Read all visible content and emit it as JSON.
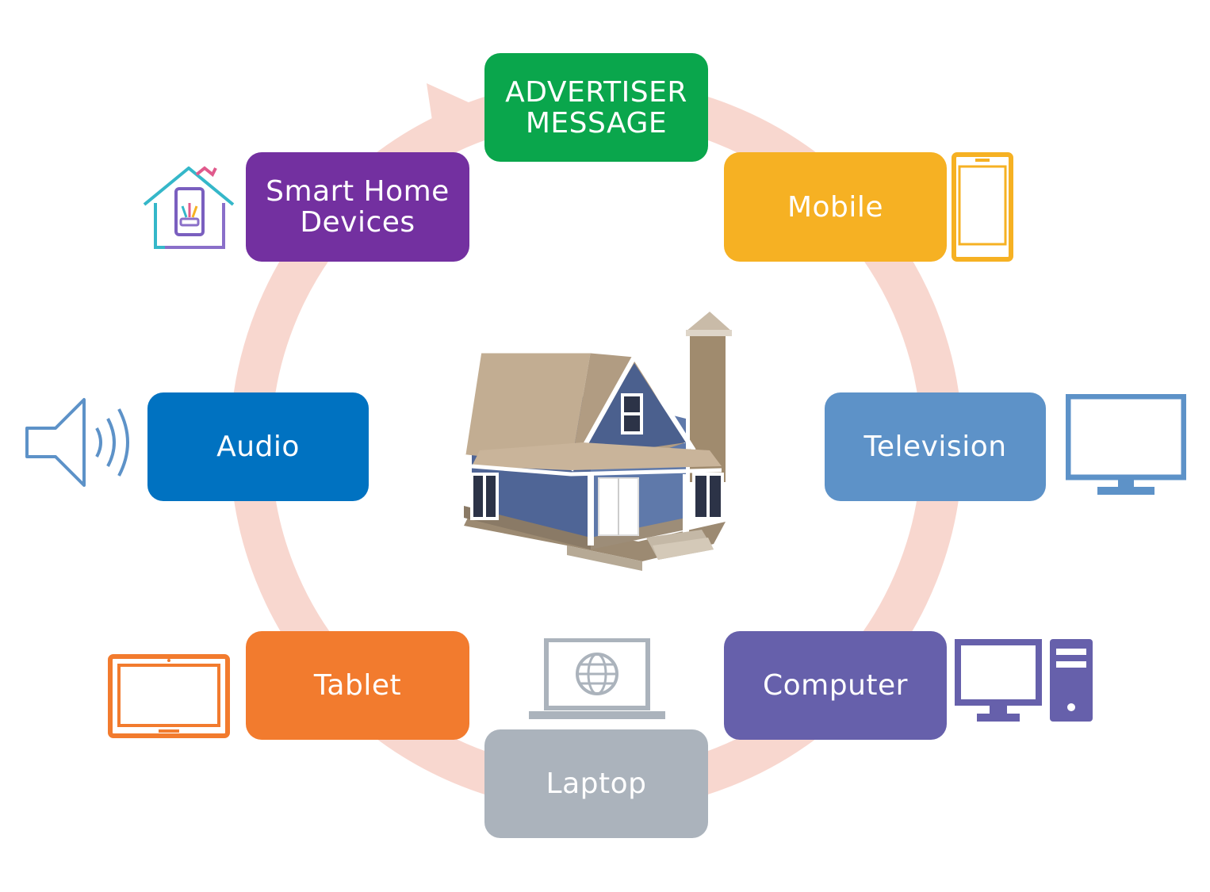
{
  "colors": {
    "ring": "#f8d7cf",
    "advertiser": "#0aa64c",
    "mobile": "#f6b123",
    "television": "#5d92c8",
    "computer": "#6660ab",
    "laptop": "#abb3bc",
    "tablet": "#f27b2e",
    "audio": "#0072c1",
    "smart_home": "#7330a0"
  },
  "nodes": {
    "advertiser": "ADVERTISER\nMESSAGE",
    "mobile": "Mobile",
    "television": "Television",
    "computer": "Computer",
    "laptop": "Laptop",
    "tablet": "Tablet",
    "audio": "Audio",
    "smart_home": "Smart Home\nDevices"
  },
  "icons": {
    "mobile": "mobile-phone-icon",
    "television": "monitor-icon",
    "computer": "desktop-computer-icon",
    "laptop": "laptop-globe-icon",
    "tablet": "tablet-icon",
    "audio": "speaker-icon",
    "smart_home": "smart-home-icon",
    "center": "house-illustration"
  }
}
